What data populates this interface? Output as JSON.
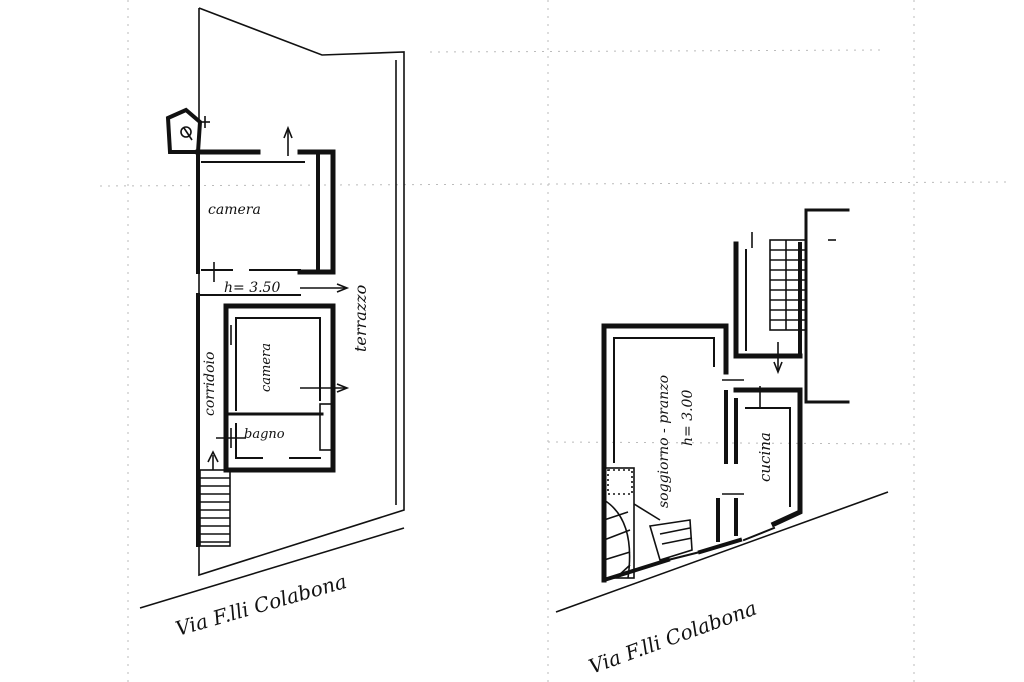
{
  "plan_left": {
    "rooms": {
      "camera_top": "camera",
      "camera_mid": "camera",
      "bagno": "bagno",
      "corridoio": "corridoio",
      "terrazzo": "terrazzo"
    },
    "height_label": "h= 3.50",
    "street": "Via F.lli Colabona"
  },
  "plan_right": {
    "rooms": {
      "soggiorno": "soggiorno - pranzo",
      "cucina": "cucina"
    },
    "height_label": "h= 3.00",
    "street": "Via F.lli Colabona"
  }
}
